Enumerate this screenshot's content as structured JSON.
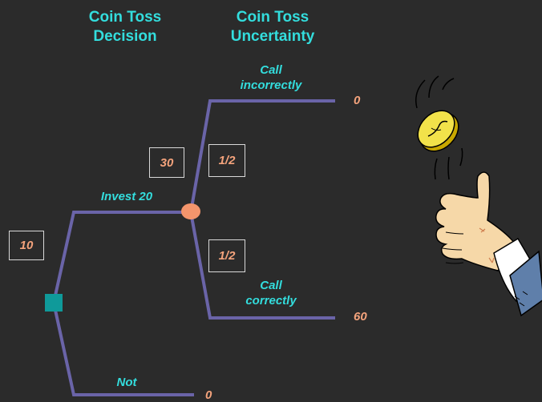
{
  "headers": {
    "decision": [
      "Coin Toss",
      "Decision"
    ],
    "uncertainty": [
      "Coin Toss",
      "Uncertainty"
    ]
  },
  "branches": {
    "invest": "Invest 20",
    "not": "Not",
    "call_incorrectly": [
      "Call",
      "incorrectly"
    ],
    "call_correctly": [
      "Call",
      "correctly"
    ]
  },
  "payoffs": {
    "incorrect": "0",
    "correct": "60",
    "not": "0"
  },
  "values": {
    "decision": "10",
    "chance": "30",
    "prob_incorrect": "1/2",
    "prob_correct": "1/2"
  },
  "colors": {
    "background": "#2b2b2b",
    "branch": "#6a64a8",
    "label": "#33dddd",
    "value": "#f4a37c",
    "decision_node": "#0f9a9a",
    "chance_node": "#f4956c"
  }
}
